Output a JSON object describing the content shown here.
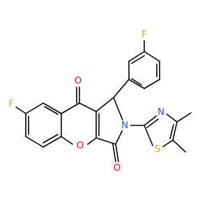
{
  "colors": {
    "background": "#ffffff",
    "bond": "#000000",
    "carbon": "#000000",
    "oxygen": "#ff0d0d",
    "nitrogen": "#3050f8",
    "sulfur": "#c8a800",
    "fluorine": "#90c850"
  },
  "atoms": [
    {
      "id": "F1",
      "symbol": "F",
      "color": "oxygen_fix"
    },
    {
      "id": "F2",
      "symbol": "F"
    },
    {
      "id": "O_ring",
      "symbol": "O"
    },
    {
      "id": "O_keto_top",
      "symbol": "O"
    },
    {
      "id": "O_keto_bottom",
      "symbol": "O"
    },
    {
      "id": "N_ring",
      "symbol": "N"
    },
    {
      "id": "N_thiazole",
      "symbol": "N"
    },
    {
      "id": "S_thiazole",
      "symbol": "S"
    }
  ]
}
